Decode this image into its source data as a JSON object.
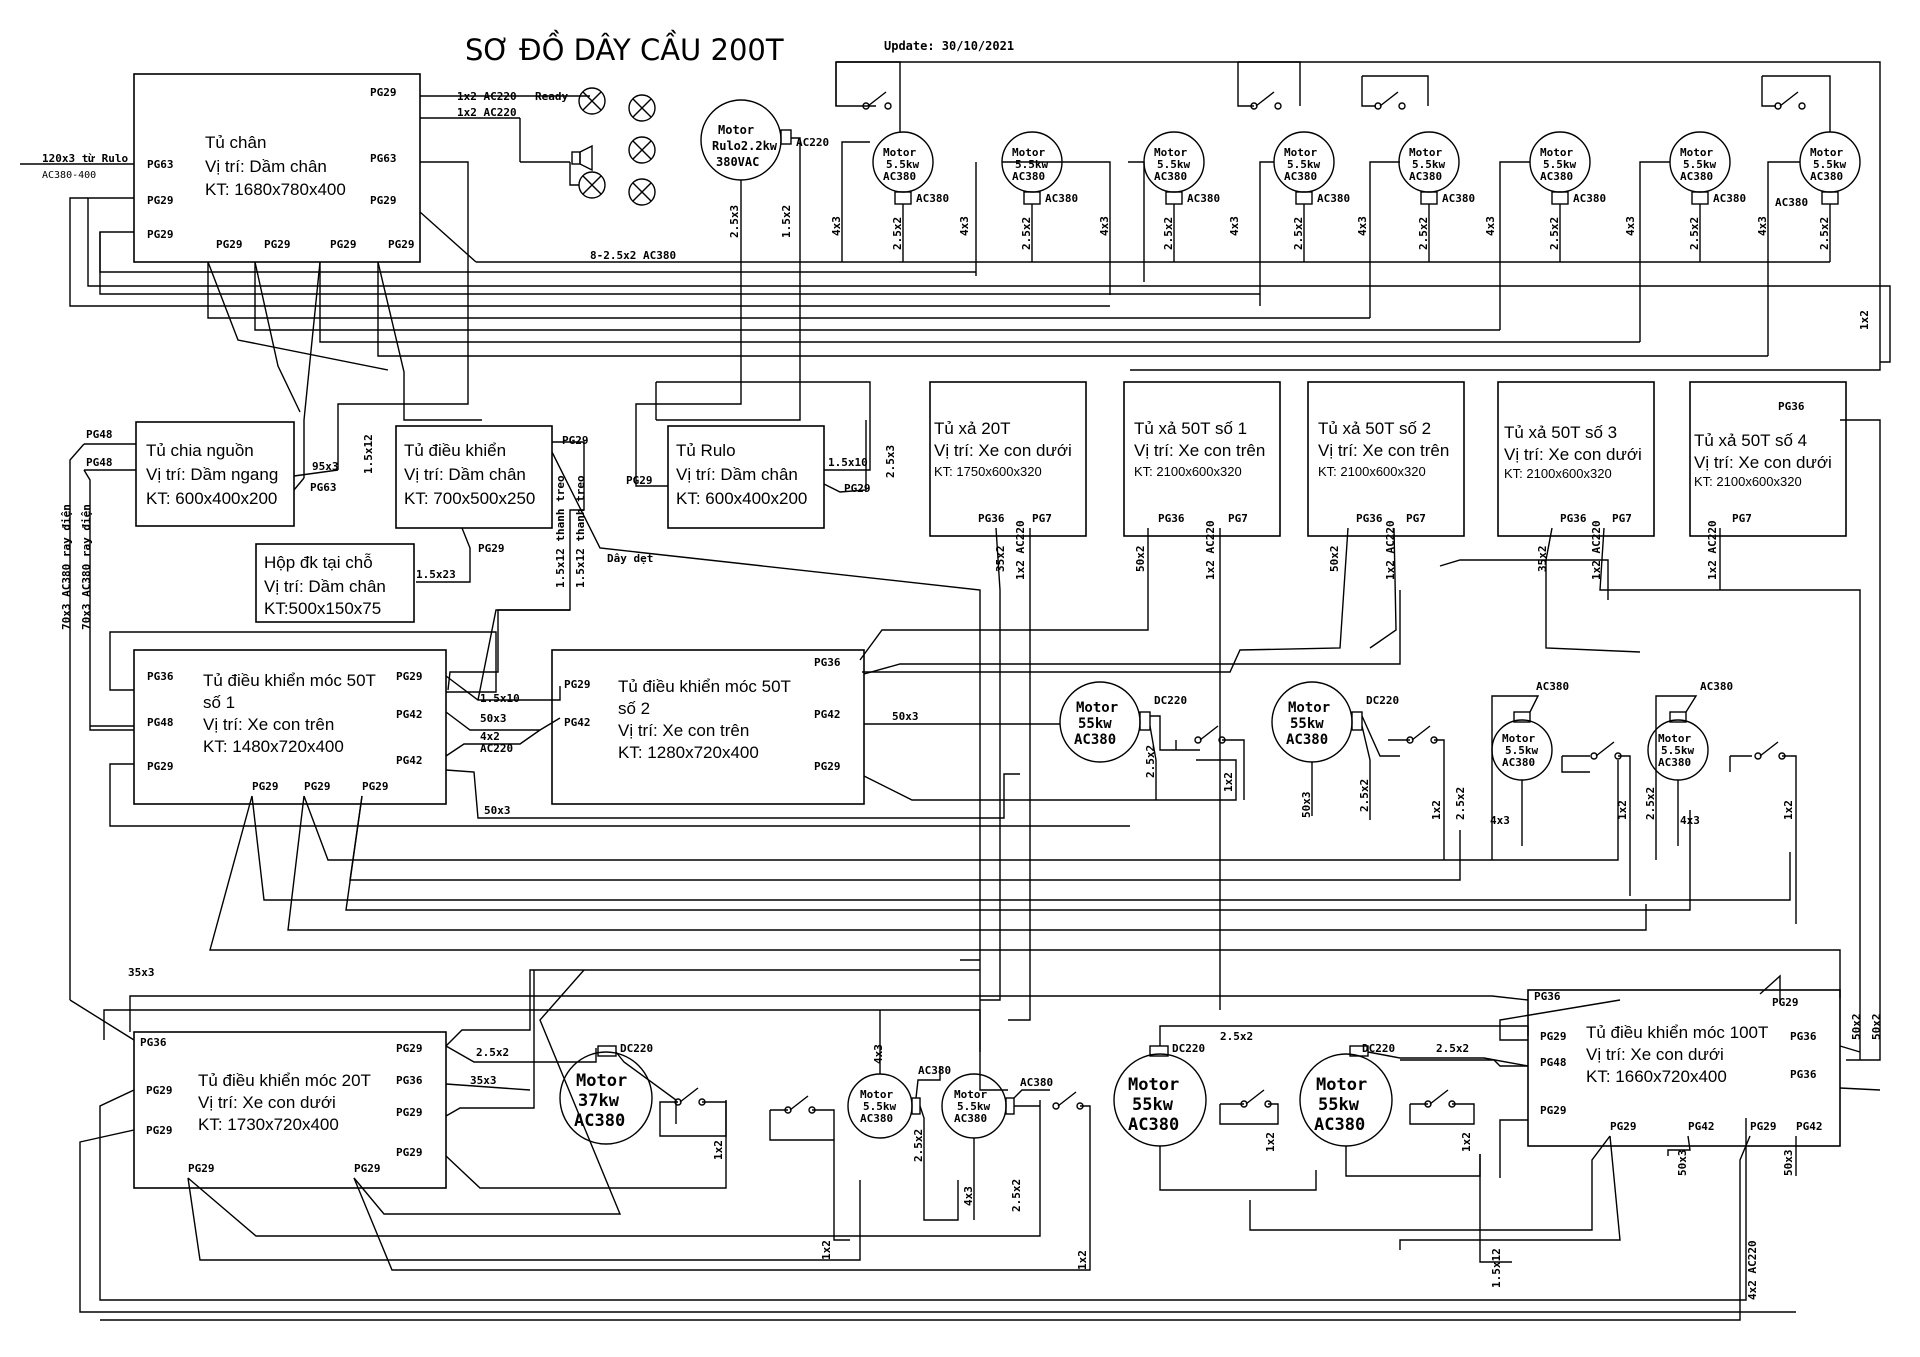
{
  "title": "SƠ ĐỒ DÂY CẦU 200T",
  "update": "Update: 30/10/2021",
  "feed": {
    "label": "120x3 từ Rulo",
    "sub": "AC380-400"
  },
  "cabinets": {
    "tu_chan": {
      "name": "Tủ chân",
      "pos": "Vị trí: Dầm chân",
      "kt": "KT: 1680x780x400"
    },
    "chia_nguon": {
      "name": "Tủ chia nguồn",
      "pos": "Vị trí: Dầm ngang",
      "kt": "KT: 600x400x200"
    },
    "dieu_khien": {
      "name": "Tủ điều khiển",
      "pos": "Vị trí: Dầm chân",
      "kt": "KT: 700x500x250"
    },
    "rulo": {
      "name": "Tủ Rulo",
      "pos": "Vị trí: Dầm chân",
      "kt": "KT: 600x400x200"
    },
    "hop_dk": {
      "name": "Hộp đk tại chỗ",
      "pos": "Vị trí: Dầm chân",
      "kt": "KT:500x150x75"
    },
    "xa20": {
      "name": "Tủ xả 20T",
      "pos": "Vị trí: Xe con dưới",
      "kt": "KT: 1750x600x320"
    },
    "xa50_1": {
      "name": "Tủ xả 50T số 1",
      "pos": "Vị trí: Xe con trên",
      "kt": "KT: 2100x600x320"
    },
    "xa50_2": {
      "name": "Tủ xả 50T số 2",
      "pos": "Vị trí: Xe con trên",
      "kt": "KT: 2100x600x320"
    },
    "xa50_3": {
      "name": "Tủ xả 50T số 3",
      "pos": "Vị trí: Xe con dưới",
      "kt": "KT: 2100x600x320"
    },
    "xa50_4": {
      "name": "Tủ xả 50T số 4",
      "pos": "Vị trí: Xe con dưới",
      "kt": "KT: 2100x600x320"
    },
    "moc50_1": {
      "name1": "Tủ điều khiển móc 50T",
      "name2": "số 1",
      "pos": "Vị trí: Xe con trên",
      "kt": "KT: 1480x720x400"
    },
    "moc50_2": {
      "name1": "Tủ điều khiển móc 50T",
      "name2": "số 2",
      "pos": "Vị trí: Xe con trên",
      "kt": "KT: 1280x720x400"
    },
    "moc20": {
      "name": "Tủ điều khiển móc 20T",
      "pos": "Vị trí: Xe con dưới",
      "kt": "KT: 1730x720x400"
    },
    "moc100": {
      "name": "Tủ điều khiển móc 100T",
      "pos": "Vị trí: Xe con dưới",
      "kt": "KT: 1660x720x400"
    }
  },
  "ports": {
    "pg29": "PG29",
    "pg63": "PG63",
    "pg48": "PG48",
    "pg36": "PG36",
    "pg42": "PG42",
    "pg7": "PG7"
  },
  "motors": {
    "word": "Motor",
    "rulo": [
      "Motor",
      "Rulo2.2kw",
      "380VAC"
    ],
    "p55": "5.5kw",
    "p55b": "55kw",
    "p37": "37kw",
    "ac380": "AC380",
    "ac220": "AC220",
    "dc220": "DC220"
  },
  "cables": {
    "c1x2_ac220": "1x2 AC220",
    "ready": "Ready",
    "c8": "8-2.5x2 AC380",
    "c25x3": "2.5x3",
    "c15x2": "1.5x2",
    "c4x3": "4x3",
    "c25x2": "2.5x2",
    "c1x2": "1x2",
    "c95x3": "95x3",
    "c15x12": "1.5x12",
    "c15x10": "1.5x10",
    "c15x23": "1.5x23",
    "c25x3b": "2.5x3",
    "c35x2": "35x2",
    "c50x2": "50x2",
    "c35x2b": "35x2",
    "c50x3": "50x3",
    "c4x2": "4x2",
    "c35x3": "35x3",
    "c4x2ac220": "4x2 AC220",
    "c1x2ac220": "1x2 AC220",
    "c70ray": "70x3 AC380 ray điện",
    "c70ray2": "70x3 AC380 ray điện",
    "treo": "1.5x12 thanh treo",
    "day_det": "Dây dẹt"
  }
}
